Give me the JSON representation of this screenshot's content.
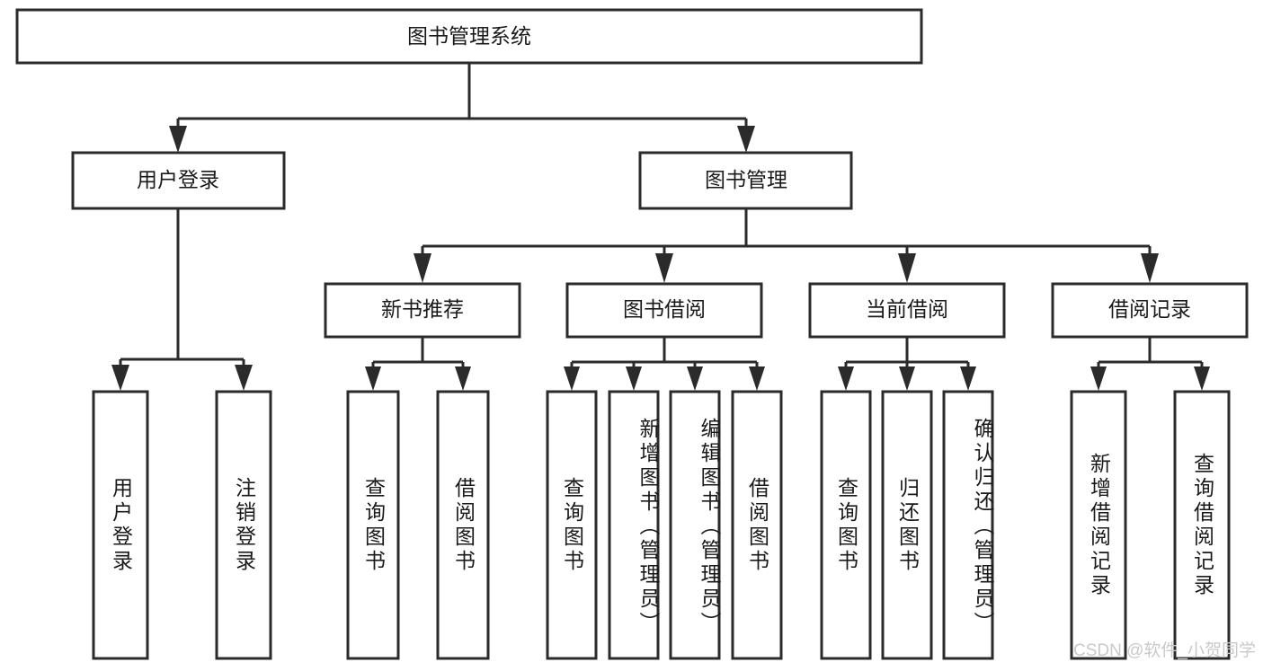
{
  "diagram": {
    "type": "tree-hierarchy",
    "title": "图书管理系统",
    "watermark": "CSDN @软件_小贺同学",
    "colors": {
      "stroke": "#2b2b2b",
      "fill": "#ffffff",
      "text": "#1a1a1a",
      "watermark": "#c9c9c9",
      "background": "#ffffff"
    },
    "levels": [
      {
        "level": 1,
        "nodes": [
          {
            "id": "root",
            "label": "图书管理系统",
            "orientation": "horizontal"
          }
        ]
      },
      {
        "level": 2,
        "nodes": [
          {
            "id": "user-login",
            "label": "用户登录",
            "orientation": "horizontal",
            "parent": "root"
          },
          {
            "id": "book-mgmt",
            "label": "图书管理",
            "orientation": "horizontal",
            "parent": "root"
          }
        ]
      },
      {
        "level": 3,
        "nodes": [
          {
            "id": "new-book-rec",
            "label": "新书推荐",
            "orientation": "horizontal",
            "parent": "book-mgmt"
          },
          {
            "id": "book-borrow",
            "label": "图书借阅",
            "orientation": "horizontal",
            "parent": "book-mgmt"
          },
          {
            "id": "current-borrow",
            "label": "当前借阅",
            "orientation": "horizontal",
            "parent": "book-mgmt"
          },
          {
            "id": "borrow-record",
            "label": "借阅记录",
            "orientation": "horizontal",
            "parent": "book-mgmt"
          }
        ]
      },
      {
        "level": 4,
        "nodes": [
          {
            "id": "leaf-user-login",
            "label": "用户登录",
            "orientation": "vertical",
            "parent": "user-login"
          },
          {
            "id": "leaf-user-logout",
            "label": "注销登录",
            "orientation": "vertical",
            "parent": "user-login"
          },
          {
            "id": "leaf-query-book-1",
            "label": "查询图书",
            "orientation": "vertical",
            "parent": "new-book-rec"
          },
          {
            "id": "leaf-borrow-book-1",
            "label": "借阅图书",
            "orientation": "vertical",
            "parent": "new-book-rec"
          },
          {
            "id": "leaf-query-book-2",
            "label": "查询图书",
            "orientation": "vertical",
            "parent": "book-borrow"
          },
          {
            "id": "leaf-add-book",
            "label": "新增图书（管理员）",
            "orientation": "vertical",
            "parent": "book-borrow"
          },
          {
            "id": "leaf-edit-book",
            "label": "编辑图书（管理员）",
            "orientation": "vertical",
            "parent": "book-borrow"
          },
          {
            "id": "leaf-borrow-book-2",
            "label": "借阅图书",
            "orientation": "vertical",
            "parent": "book-borrow"
          },
          {
            "id": "leaf-query-book-3",
            "label": "查询图书",
            "orientation": "vertical",
            "parent": "current-borrow"
          },
          {
            "id": "leaf-return-book",
            "label": "归还图书",
            "orientation": "vertical",
            "parent": "current-borrow"
          },
          {
            "id": "leaf-confirm-return",
            "label": "确认归还（管理员）",
            "orientation": "vertical",
            "parent": "current-borrow"
          },
          {
            "id": "leaf-add-record",
            "label": "新增借阅记录",
            "orientation": "vertical",
            "parent": "borrow-record"
          },
          {
            "id": "leaf-query-record",
            "label": "查询借阅记录",
            "orientation": "vertical",
            "parent": "borrow-record"
          }
        ]
      }
    ]
  },
  "nodes": {
    "root": {
      "label": "图书管理系统"
    },
    "user_login": {
      "label": "用户登录"
    },
    "book_mgmt": {
      "label": "图书管理"
    },
    "new_book_rec": {
      "label": "新书推荐"
    },
    "book_borrow": {
      "label": "图书借阅"
    },
    "current_borrow": {
      "label": "当前借阅"
    },
    "borrow_record": {
      "label": "借阅记录"
    },
    "leaf_user_login": {
      "label": "用户登录"
    },
    "leaf_user_logout": {
      "label": "注销登录"
    },
    "leaf_query_book_1": {
      "label": "查询图书"
    },
    "leaf_borrow_book_1": {
      "label": "借阅图书"
    },
    "leaf_query_book_2": {
      "label": "查询图书"
    },
    "leaf_add_book": {
      "label": "新增图书（管理员）"
    },
    "leaf_edit_book": {
      "label": "编辑图书（管理员）"
    },
    "leaf_borrow_book_2": {
      "label": "借阅图书"
    },
    "leaf_query_book_3": {
      "label": "查询图书"
    },
    "leaf_return_book": {
      "label": "归还图书"
    },
    "leaf_confirm_return": {
      "label": "确认归还（管理员）"
    },
    "leaf_add_record": {
      "label": "新增借阅记录"
    },
    "leaf_query_record": {
      "label": "查询借阅记录"
    }
  },
  "watermark": {
    "text": "CSDN @软件_小贺同学"
  }
}
